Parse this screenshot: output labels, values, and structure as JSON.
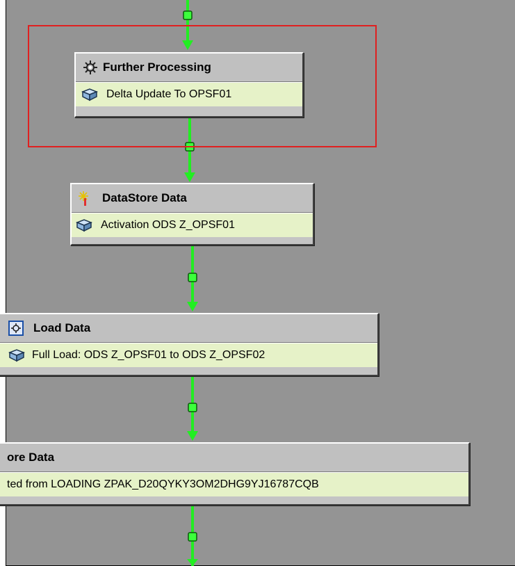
{
  "colors": {
    "canvas_background": "#949494",
    "connector": "#22ee22",
    "selection_frame": "#e02020",
    "node_header": "#c0c0c0",
    "node_body": "#e6f2c8"
  },
  "process_chain": {
    "nodes": [
      {
        "title": "Further Processing",
        "title_icon": "gear-icon",
        "detail": "Delta Update To OPSF01",
        "detail_icon": "cube-icon",
        "selected": true
      },
      {
        "title": "DataStore Data",
        "title_icon": "sparkle-icon",
        "detail": "Activation ODS Z_OPSF01",
        "detail_icon": "cube-icon",
        "selected": false
      },
      {
        "title": "Load Data",
        "title_icon": "gear-box-icon",
        "detail": "Full Load: ODS Z_OPSF01 to ODS Z_OPSF02",
        "detail_icon": "cube-icon",
        "selected": false
      },
      {
        "title": "ore Data",
        "title_icon": "",
        "detail": "ted from LOADING ZPAK_D20QYKY3OM2DHG9YJ16787CQB",
        "detail_icon": "",
        "selected": false
      }
    ]
  }
}
